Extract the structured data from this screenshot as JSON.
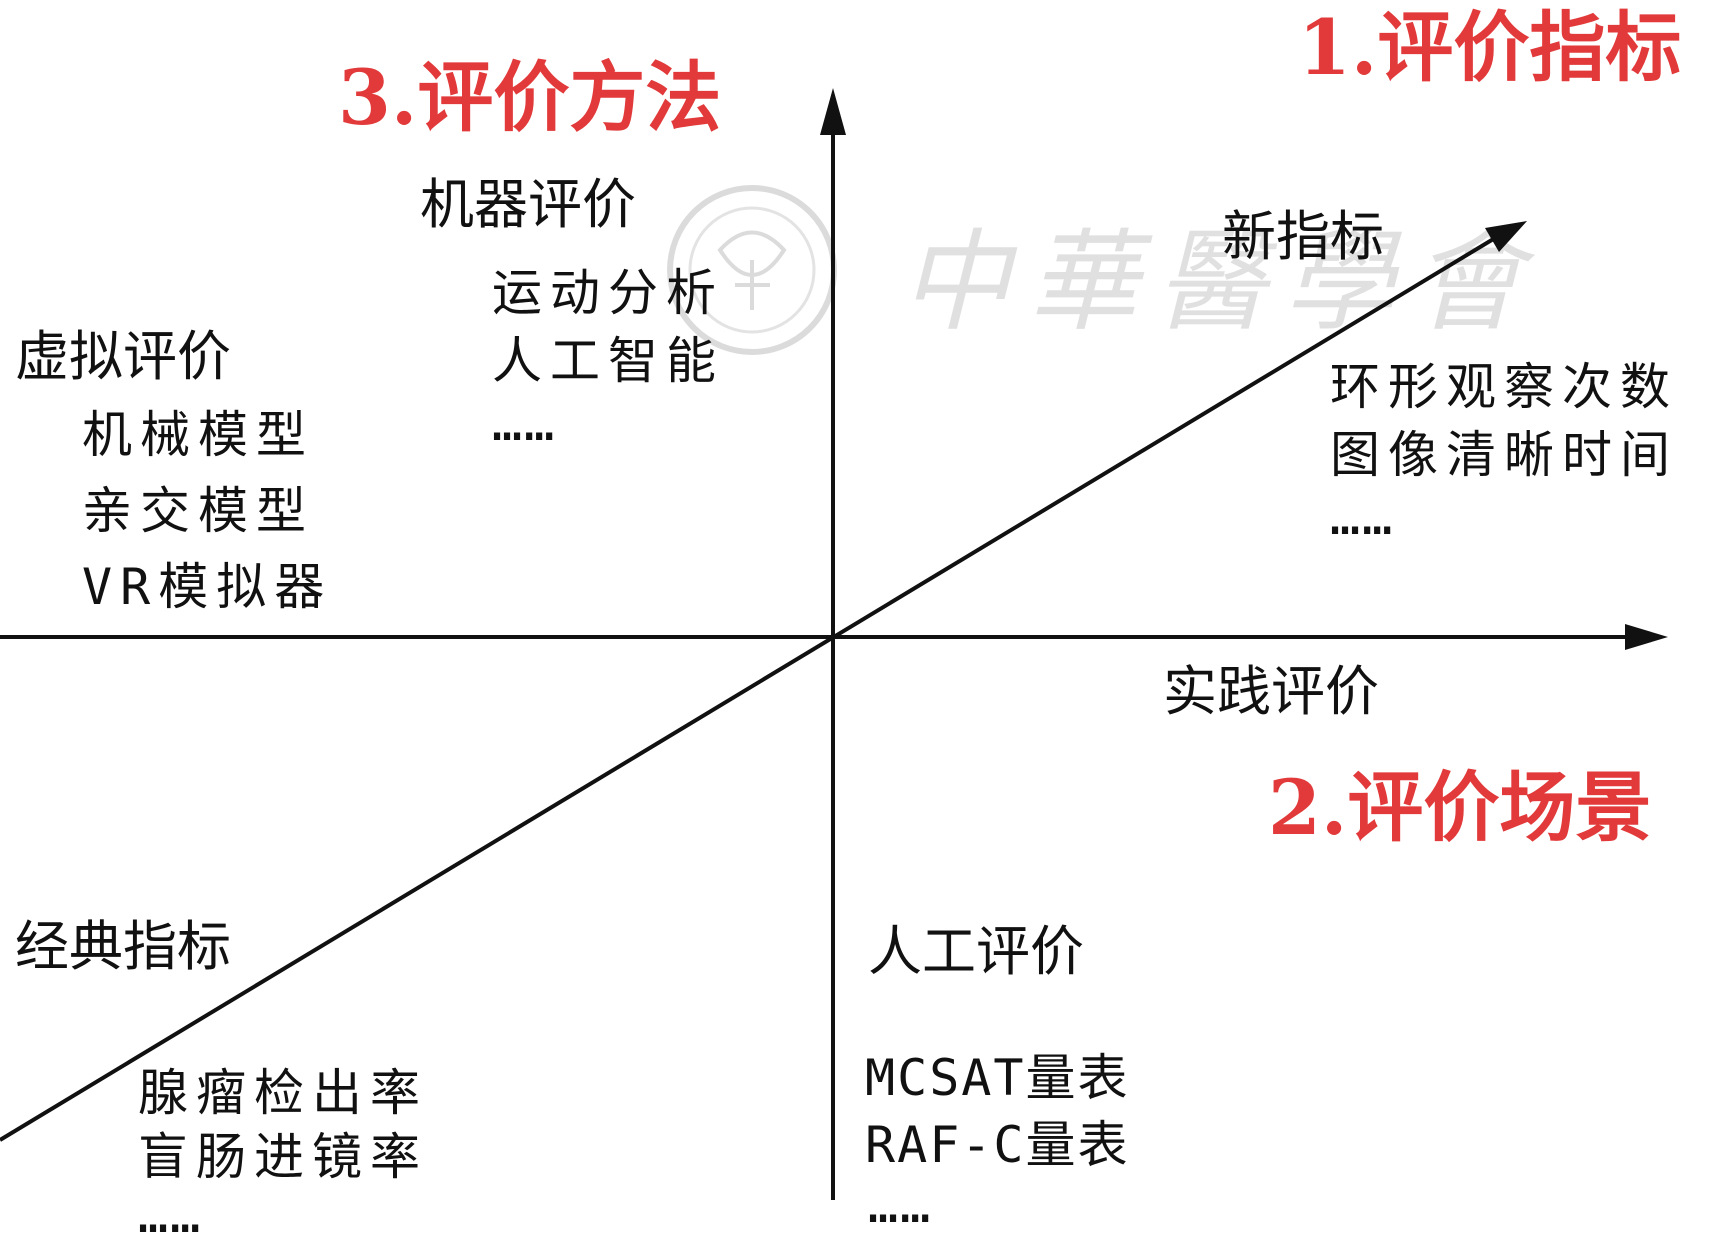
{
  "labels": {
    "indicators_title": "1.评价指标",
    "scenarios_title": "2.评价场景",
    "methods_title": "3.评价方法"
  },
  "quadrant_new_indicators": {
    "heading": "新指标",
    "items": [
      "环形观察次数",
      "图像清晰时间"
    ],
    "more": "……"
  },
  "quadrant_machine": {
    "heading": "机器评价",
    "items": [
      "运动分析",
      "人工智能"
    ],
    "more": "……"
  },
  "quadrant_virtual": {
    "heading": "虚拟评价",
    "items": [
      "机械模型",
      "亲交模型",
      "VR模拟器"
    ]
  },
  "axis_practice": {
    "heading": "实践评价"
  },
  "quadrant_classic": {
    "heading": "经典指标",
    "items": [
      "腺瘤检出率",
      "盲肠进镜率"
    ],
    "more": "……"
  },
  "quadrant_manual": {
    "heading": "人工评价",
    "items": [
      "MCSAT量表",
      "RAF-C量表"
    ],
    "more": "……"
  },
  "watermark": {
    "text": "中華醫學會"
  },
  "colors": {
    "title_red": "#e23a3a",
    "axis": "#111111",
    "watermark": "#c8c8c8"
  }
}
